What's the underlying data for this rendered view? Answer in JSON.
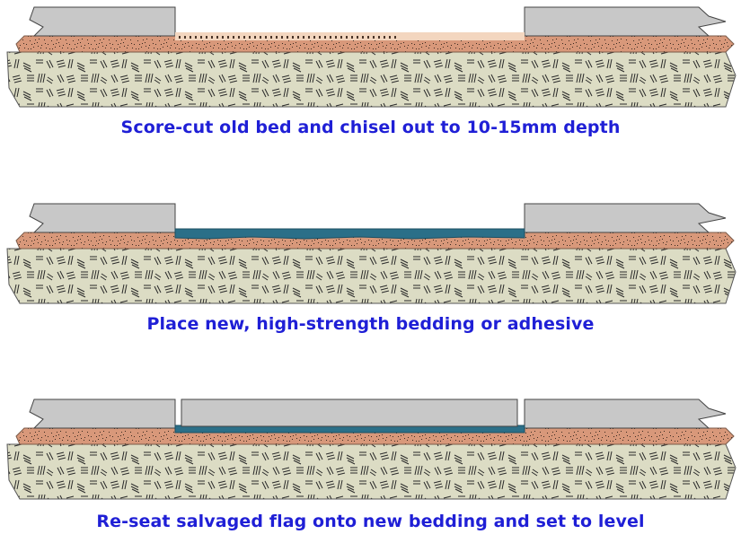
{
  "steps": [
    {
      "caption": "Score-cut old bed and chisel out to 10-15mm depth",
      "variant": "excavated"
    },
    {
      "caption": "Place new, high-strength bedding or adhesive",
      "variant": "bedding"
    },
    {
      "caption": "Re-seat salvaged flag onto new bedding and set to level",
      "variant": "reseated"
    }
  ],
  "colors": {
    "flag": "#c8c8c8",
    "bed": "#d8987a",
    "sub_base": "#dcdcc4",
    "bedding": "#2b6f88",
    "cleaned": "#f3d6bf",
    "caption": "#1f1fd6"
  }
}
